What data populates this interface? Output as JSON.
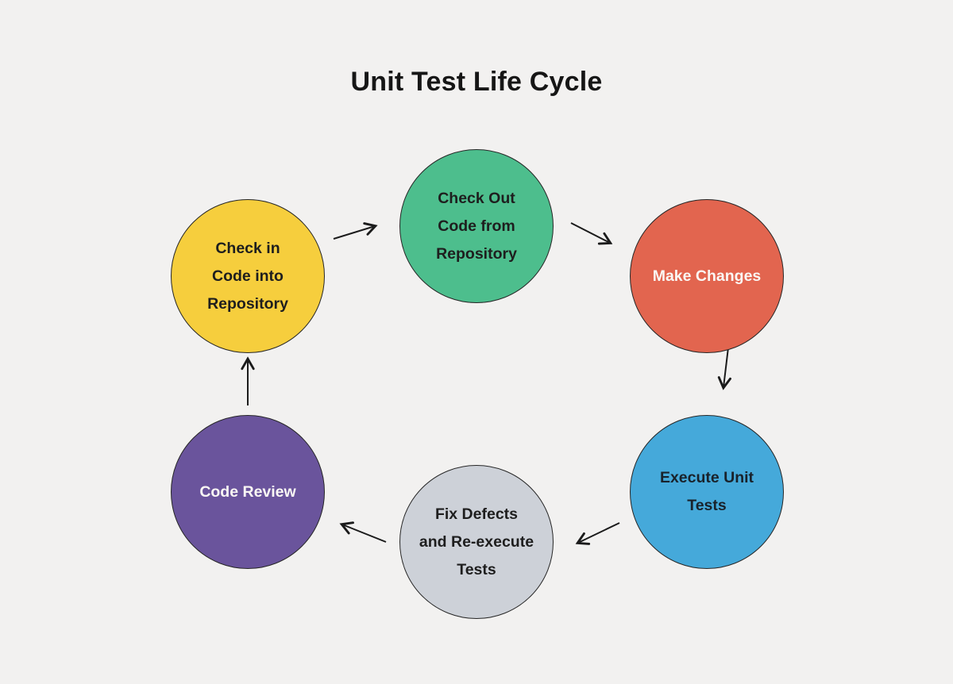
{
  "title": "Unit Test Life Cycle",
  "diagram": {
    "background_color": "#F2F1F0",
    "arrow_color": "#1B1B1B",
    "node_border_color": "#262626",
    "nodes": [
      {
        "id": "check-in-code",
        "label": "Check in\nCode into\nRepository",
        "color": "#F6CE3D",
        "text_color": "#1E1E1E"
      },
      {
        "id": "check-out-code",
        "label": "Check Out\nCode from\nRepository",
        "color": "#4DBE8D",
        "text_color": "#1E1E1E"
      },
      {
        "id": "make-changes",
        "label": "Make Changes",
        "color": "#E2654F",
        "text_color": "#FAF7F4"
      },
      {
        "id": "execute-unit-tests",
        "label": "Execute Unit\nTests",
        "color": "#45A9DA",
        "text_color": "#19222B"
      },
      {
        "id": "fix-defects",
        "label": "Fix Defects\nand Re-execute\nTests",
        "color": "#CDD1D8",
        "text_color": "#1E1E1E"
      },
      {
        "id": "code-review",
        "label": "Code Review",
        "color": "#6A549C",
        "text_color": "#FAF7F4"
      }
    ],
    "edges": [
      {
        "from": "check-in-code",
        "to": "check-out-code"
      },
      {
        "from": "check-out-code",
        "to": "make-changes"
      },
      {
        "from": "make-changes",
        "to": "execute-unit-tests"
      },
      {
        "from": "execute-unit-tests",
        "to": "fix-defects"
      },
      {
        "from": "fix-defects",
        "to": "code-review"
      },
      {
        "from": "code-review",
        "to": "check-in-code"
      }
    ]
  }
}
